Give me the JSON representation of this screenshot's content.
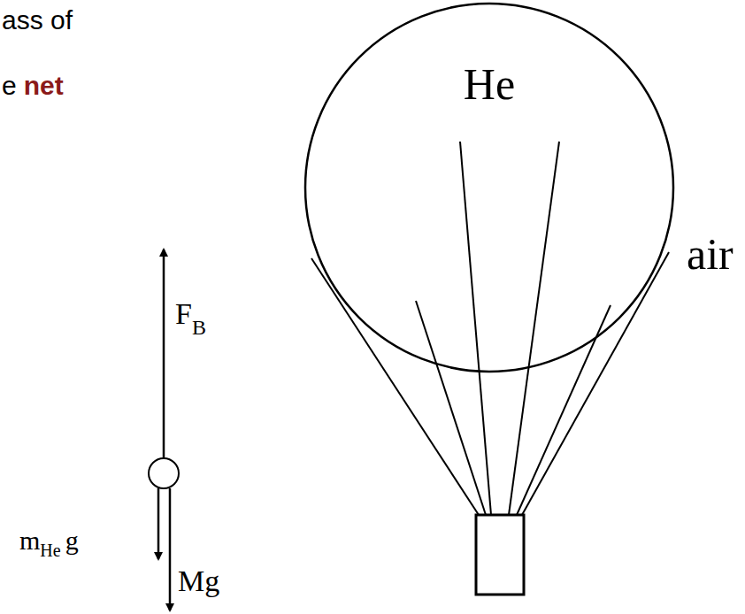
{
  "diagram": {
    "nodes": [
      {
        "text": [
          "He"
        ]
      }
    ],
    "labels": [
      "ass of",
      "e",
      "net",
      "F",
      "B",
      "m",
      "He",
      "g",
      "Mg",
      "air"
    ]
  }
}
